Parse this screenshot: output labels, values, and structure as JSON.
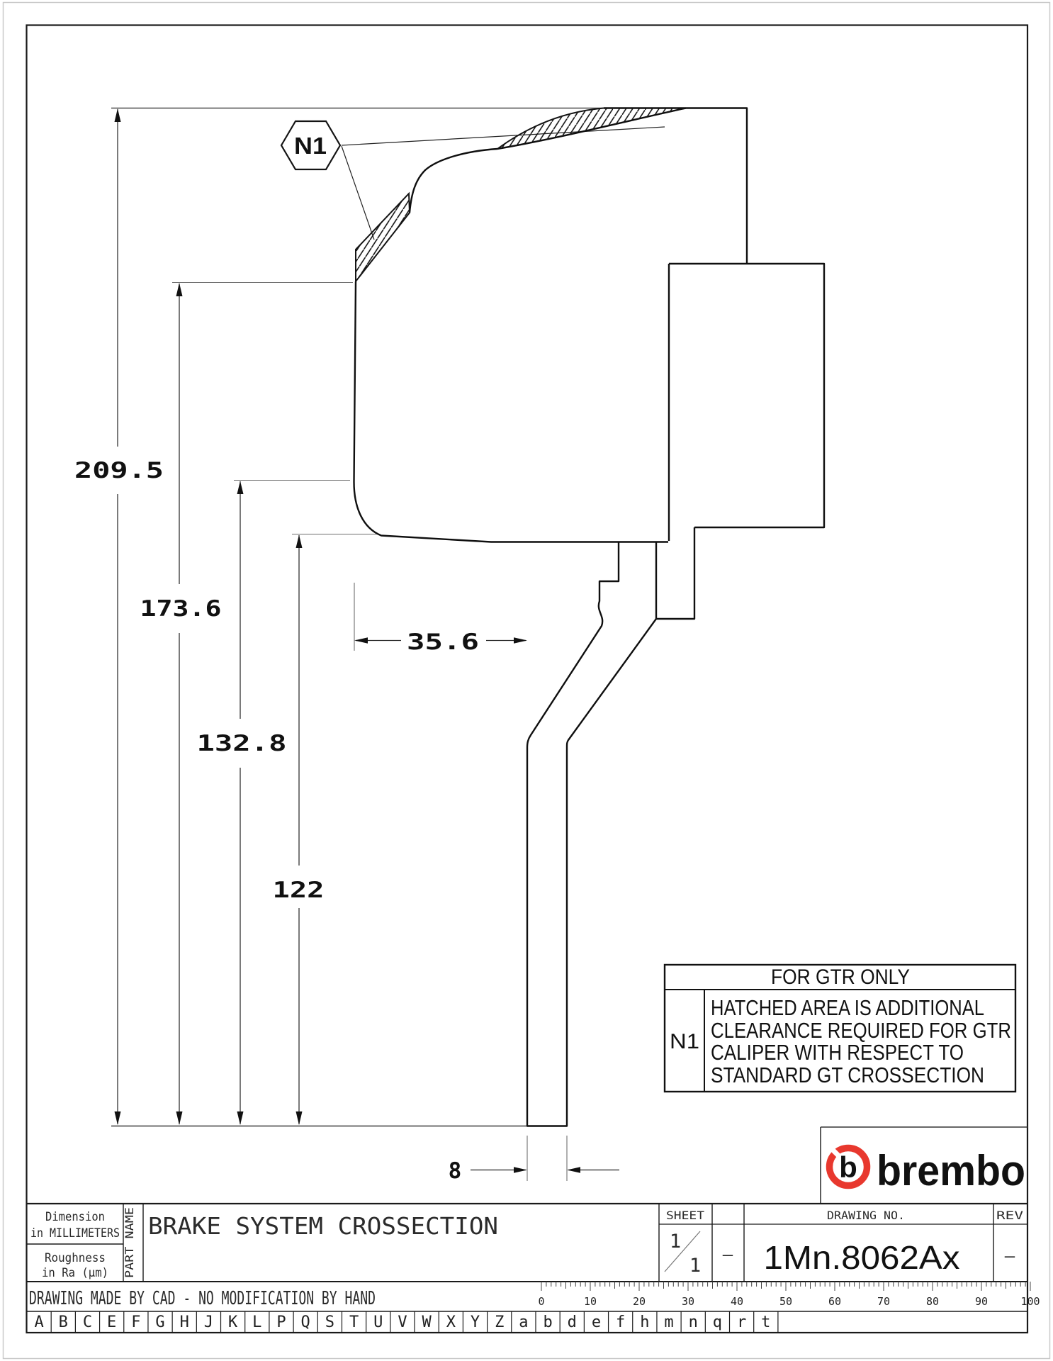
{
  "drawing": {
    "callout": "N1",
    "dimensions": {
      "total_height": "209.5",
      "mid_height": "173.6",
      "lower_height": "132.8",
      "hat_height": "122",
      "offset_width": "35.6",
      "disc_thickness": "8"
    },
    "note_box": {
      "header": "FOR GTR ONLY",
      "ref": "N1",
      "line1": "HATCHED AREA IS ADDITIONAL",
      "line2": "CLEARANCE REQUIRED FOR GTR",
      "line3": "CALIPER WITH RESPECT TO",
      "line4": "STANDARD GT CROSSECTION"
    }
  },
  "title_block": {
    "dimension_note_line1": "Dimension",
    "dimension_note_line2": "in MILLIMETERS",
    "roughness_note_line1": "Roughness",
    "roughness_note_line2": "in Ra (µm)",
    "part_name_label": "PART NAME",
    "part_name": "BRAKE SYSTEM CROSSECTION",
    "sheet_label": "SHEET",
    "sheet_numerator": "1",
    "sheet_denominator": "1",
    "sheet_dash": "—",
    "drawing_no_label": "DRAWING NO.",
    "drawing_no": "1Mn.8062Ax",
    "rev_label": "REV",
    "rev_value": "—",
    "cad_note": "DRAWING MADE BY CAD - NO MODIFICATION BY HAND",
    "alphabet": [
      "A",
      "B",
      "C",
      "E",
      "F",
      "G",
      "H",
      "J",
      "K",
      "L",
      "P",
      "Q",
      "S",
      "T",
      "U",
      "V",
      "W",
      "X",
      "Y",
      "Z",
      "a",
      "b",
      "d",
      "e",
      "f",
      "h",
      "m",
      "n",
      "q",
      "r",
      "t"
    ],
    "ruler_labels": [
      "0",
      "10",
      "20",
      "30",
      "40",
      "50",
      "60",
      "70",
      "80",
      "90",
      "100"
    ]
  },
  "logo": {
    "text": "brembo",
    "color": "#e8382e"
  }
}
